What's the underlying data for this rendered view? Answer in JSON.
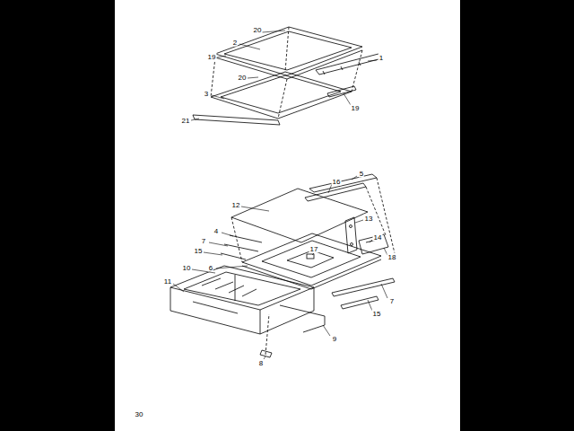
{
  "diagram": {
    "labels": [
      "20",
      "2",
      "19",
      "20",
      "1",
      "19",
      "3",
      "21",
      "5",
      "16",
      "12",
      "4",
      "7",
      "15",
      "13",
      "14",
      "17",
      "6",
      "18",
      "10",
      "11",
      "7",
      "15",
      "9",
      "8",
      "30"
    ]
  }
}
